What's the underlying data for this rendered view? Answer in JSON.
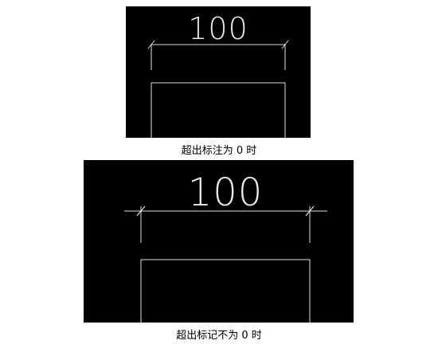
{
  "figures": [
    {
      "dimension_value": "100",
      "caption": "超出标注为 0 时"
    },
    {
      "dimension_value": "100",
      "caption": "超出标记不为 0 时"
    }
  ],
  "colors": {
    "background": "#000000",
    "line": "#e0e0e0",
    "page": "#ffffff"
  }
}
